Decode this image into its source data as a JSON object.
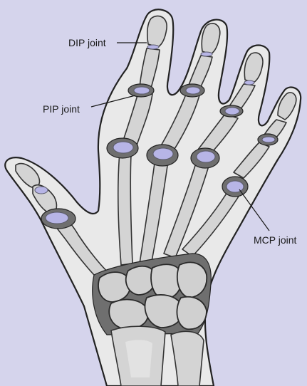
{
  "labels": {
    "dip": "DIP joint",
    "pip": "PIP joint",
    "mcp": "MCP joint"
  },
  "colors": {
    "background": "#d5d4ec",
    "skin": "#e9e9e9",
    "bone": "#d4d4d4",
    "joint_highlight": "#b7b5e6",
    "inflamed_tissue": "#6f6f6f"
  }
}
